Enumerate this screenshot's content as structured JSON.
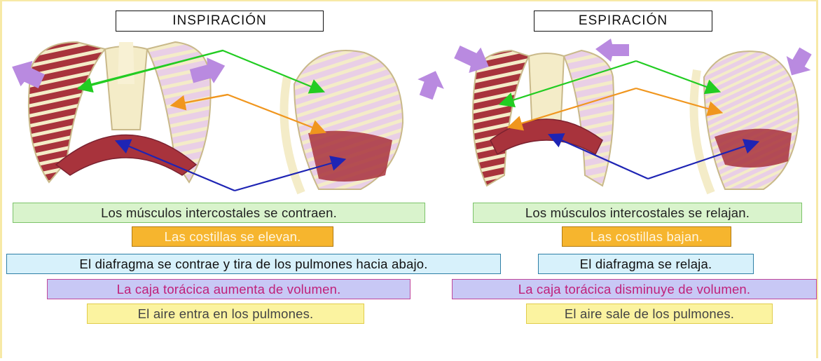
{
  "titles": {
    "inspiration": "INSPIRACIÓN",
    "expiration": "ESPIRACIÓN"
  },
  "inspiration_labels": {
    "muscles": "Los músculos intercostales se contraen.",
    "ribs": "Las costillas se elevan.",
    "diaphragm": "El diafragma se contrae y tira de los pulmones hacia abajo.",
    "volume": "La caja torácica aumenta de volumen.",
    "air": "El aire entra en los pulmones."
  },
  "expiration_labels": {
    "muscles": "Los músculos intercostales se relajan.",
    "ribs": "Las costillas bajan.",
    "diaphragm": "El diafragma se relaja.",
    "volume": "La caja torácica disminuye de volumen.",
    "air": "El aire sale de los pulmones."
  },
  "colors": {
    "muscle_arrow": "#22cc22",
    "rib_arrow": "#f0961e",
    "diaphragm_arrow": "#1e24b4",
    "movement_arrow": "#b98ae0",
    "bone": "#f4ecc8",
    "muscle": "#a8333c",
    "lung": "#e9cfe6"
  }
}
